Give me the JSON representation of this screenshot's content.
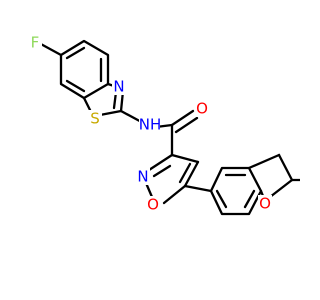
{
  "molecule": {
    "colors": {
      "carbon_bond": "#000000",
      "fluorine": "#8fd95b",
      "nitrogen": "#0000ff",
      "oxygen": "#ff0000",
      "sulfur": "#c8aa00"
    },
    "labels": {
      "fluorine": "F",
      "benzothiazole_nitrogen": "N",
      "sulfur": "S",
      "amide_nh": "NH",
      "carbonyl_oxygen": "O",
      "isoxazole_nitrogen": "N",
      "isoxazole_oxygen": "O",
      "dihydrobenzofuran_oxygen": "O"
    }
  }
}
